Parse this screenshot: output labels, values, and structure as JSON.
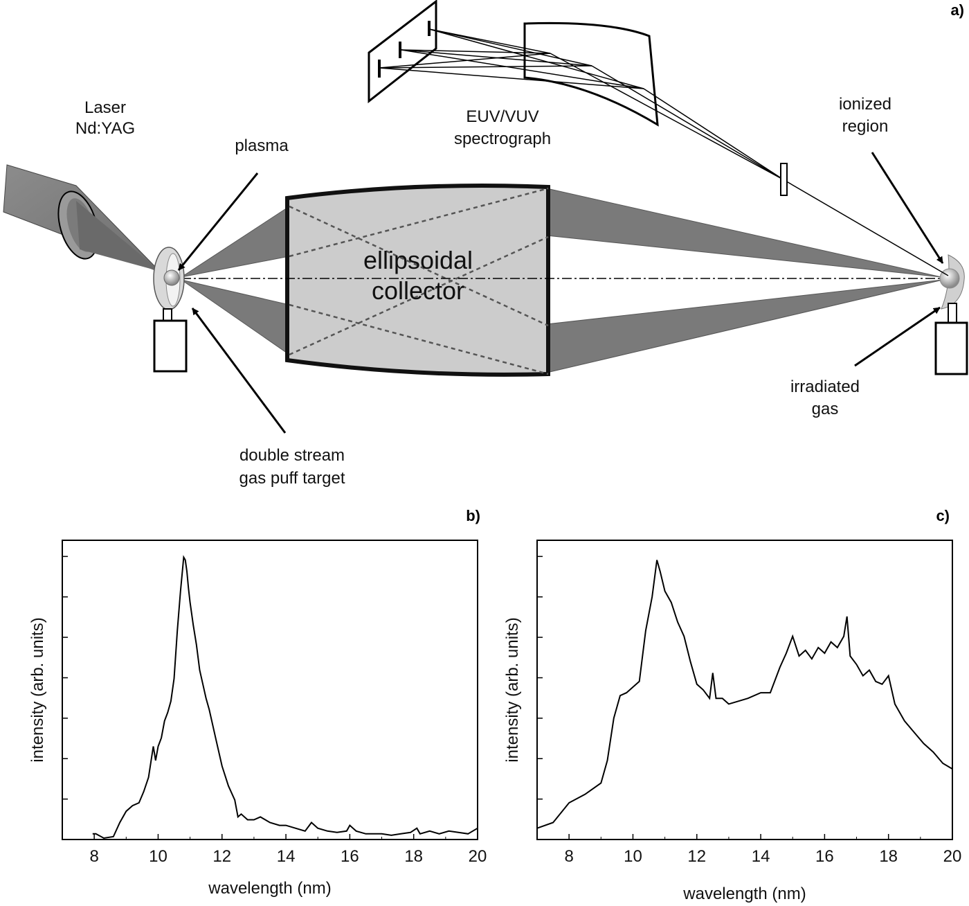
{
  "diagram": {
    "panel_label": "a)",
    "labels": {
      "laser_line1": "Laser",
      "laser_line2": "Nd:YAG",
      "plasma": "plasma",
      "spectrograph_line1": "EUV/VUV",
      "spectrograph_line2": "spectrograph",
      "collector_line1": "ellipsoidal",
      "collector_line2": "collector",
      "target_line1": "double stream",
      "target_line2": "gas puff target",
      "ionized_line1": "ionized",
      "ionized_line2": "region",
      "irradiated_line1": "irradiated",
      "irradiated_line2": "gas"
    }
  },
  "chart_data": [
    {
      "panel_label": "b)",
      "type": "line",
      "xlabel": "wavelength (nm)",
      "ylabel": "intensity (arb. units)",
      "xlim": [
        7,
        20
      ],
      "ylim": [
        0,
        1.06
      ],
      "xticks": [
        8,
        10,
        12,
        14,
        16,
        18,
        20
      ],
      "series": [
        {
          "x": [
            7.95,
            8.05,
            8.3,
            8.6,
            8.8,
            9.0,
            9.2,
            9.4,
            9.55,
            9.7,
            9.85,
            9.92,
            10.0,
            10.1,
            10.2,
            10.3,
            10.4,
            10.5,
            10.6,
            10.7,
            10.8,
            10.85,
            10.9,
            10.95,
            11.0,
            11.1,
            11.2,
            11.3,
            11.4,
            11.5,
            11.6,
            11.8,
            12.0,
            12.2,
            12.4,
            12.5,
            12.6,
            12.8,
            13.0,
            13.2,
            13.5,
            13.8,
            14.0,
            14.3,
            14.6,
            14.8,
            15.0,
            15.3,
            15.6,
            15.9,
            16.0,
            16.2,
            16.5,
            16.8,
            17.0,
            17.3,
            17.6,
            17.9,
            18.1,
            18.2,
            18.5,
            18.8,
            19.1,
            19.4,
            19.7,
            20.0
          ],
          "y": [
            0.02,
            0.02,
            0.005,
            0.01,
            0.06,
            0.1,
            0.12,
            0.13,
            0.17,
            0.22,
            0.33,
            0.28,
            0.33,
            0.36,
            0.42,
            0.45,
            0.49,
            0.57,
            0.74,
            0.88,
            1.0,
            0.99,
            0.95,
            0.89,
            0.84,
            0.76,
            0.69,
            0.6,
            0.55,
            0.5,
            0.46,
            0.36,
            0.26,
            0.19,
            0.14,
            0.08,
            0.09,
            0.07,
            0.07,
            0.08,
            0.06,
            0.05,
            0.05,
            0.04,
            0.03,
            0.06,
            0.04,
            0.03,
            0.025,
            0.03,
            0.05,
            0.03,
            0.02,
            0.02,
            0.02,
            0.015,
            0.02,
            0.025,
            0.04,
            0.02,
            0.03,
            0.02,
            0.03,
            0.025,
            0.02,
            0.04
          ]
        }
      ]
    },
    {
      "panel_label": "c)",
      "type": "line",
      "xlabel": "wavelength (nm)",
      "ylabel": "intensity (arb. units)",
      "xlim": [
        7,
        20
      ],
      "ylim": [
        0,
        1.06
      ],
      "xticks": [
        8,
        10,
        12,
        14,
        16,
        18,
        20
      ],
      "series": [
        {
          "x": [
            7.0,
            7.5,
            8.0,
            8.5,
            9.0,
            9.2,
            9.4,
            9.6,
            9.8,
            10.0,
            10.2,
            10.4,
            10.6,
            10.75,
            10.85,
            11.0,
            11.2,
            11.4,
            11.6,
            11.8,
            12.0,
            12.2,
            12.4,
            12.5,
            12.6,
            12.8,
            13.0,
            13.3,
            13.6,
            14.0,
            14.3,
            14.6,
            14.8,
            15.0,
            15.2,
            15.4,
            15.6,
            15.8,
            16.0,
            16.2,
            16.4,
            16.6,
            16.7,
            16.8,
            17.0,
            17.2,
            17.4,
            17.6,
            17.8,
            18.0,
            18.2,
            18.5,
            18.8,
            19.1,
            19.4,
            19.7,
            20.0
          ],
          "y": [
            0.04,
            0.06,
            0.13,
            0.16,
            0.2,
            0.28,
            0.43,
            0.51,
            0.52,
            0.54,
            0.56,
            0.74,
            0.86,
            0.99,
            0.95,
            0.88,
            0.84,
            0.77,
            0.72,
            0.63,
            0.55,
            0.53,
            0.5,
            0.59,
            0.5,
            0.5,
            0.48,
            0.49,
            0.5,
            0.52,
            0.52,
            0.61,
            0.66,
            0.72,
            0.65,
            0.67,
            0.64,
            0.68,
            0.66,
            0.7,
            0.68,
            0.72,
            0.79,
            0.65,
            0.62,
            0.58,
            0.6,
            0.56,
            0.55,
            0.58,
            0.48,
            0.42,
            0.38,
            0.34,
            0.31,
            0.27,
            0.25
          ]
        }
      ]
    }
  ]
}
